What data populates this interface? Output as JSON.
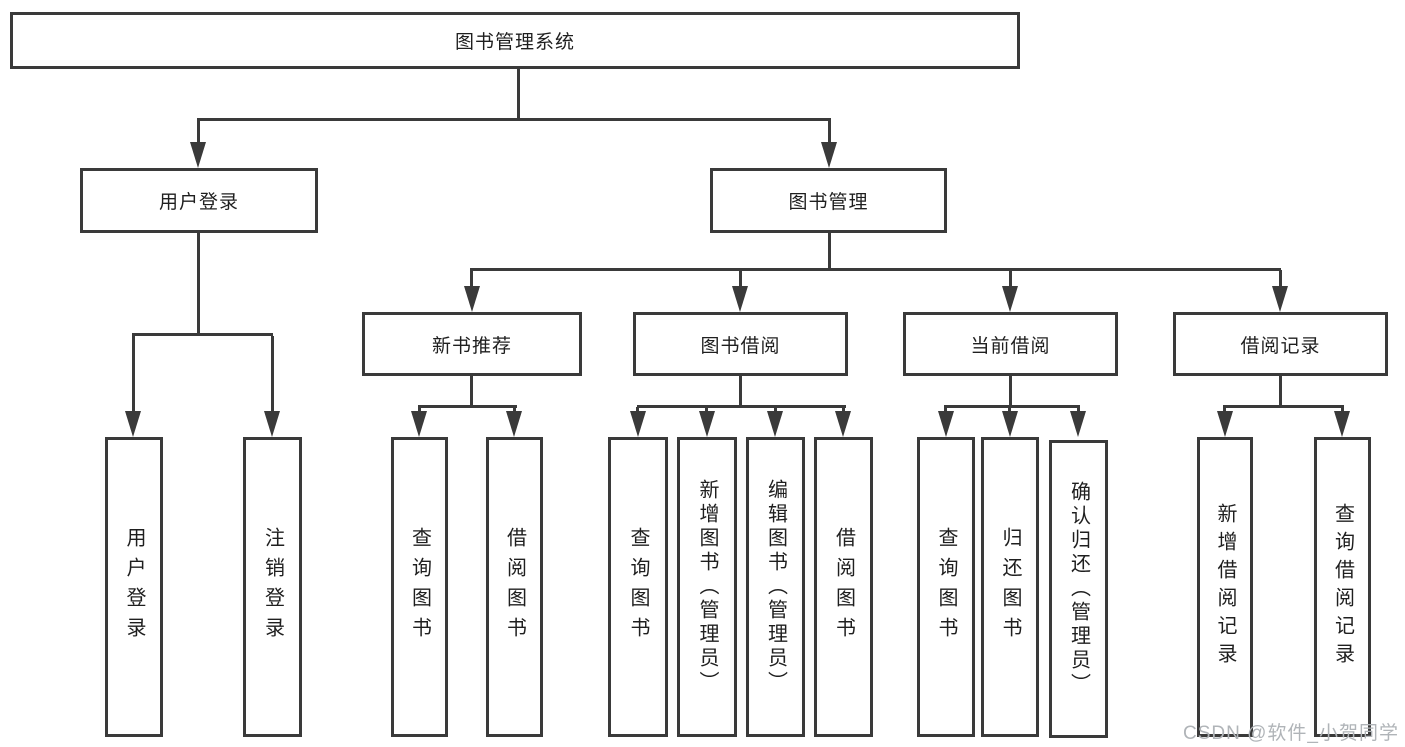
{
  "colors": {
    "line": "#3a3a3a",
    "text": "#1f1f1f",
    "background": "#ffffff",
    "watermark": "#b0b4b8"
  },
  "tree": {
    "root": {
      "label": "图书管理系统"
    },
    "branches": [
      {
        "label": "用户登录",
        "children": [
          {
            "label": "用户登录"
          },
          {
            "label": "注销登录"
          }
        ]
      },
      {
        "label": "图书管理",
        "children": [
          {
            "label": "新书推荐",
            "children": [
              {
                "label": "查询图书"
              },
              {
                "label": "借阅图书"
              }
            ]
          },
          {
            "label": "图书借阅",
            "children": [
              {
                "label": "查询图书"
              },
              {
                "label": "新增图书（管理员）"
              },
              {
                "label": "编辑图书（管理员）"
              },
              {
                "label": "借阅图书"
              }
            ]
          },
          {
            "label": "当前借阅",
            "children": [
              {
                "label": "查询图书"
              },
              {
                "label": "归还图书"
              },
              {
                "label": "确认归还（管理员）"
              }
            ]
          },
          {
            "label": "借阅记录",
            "children": [
              {
                "label": "新增借阅记录"
              },
              {
                "label": "查询借阅记录"
              }
            ]
          }
        ]
      }
    ]
  },
  "watermark": {
    "text": "CSDN @软件_小贺同学"
  }
}
